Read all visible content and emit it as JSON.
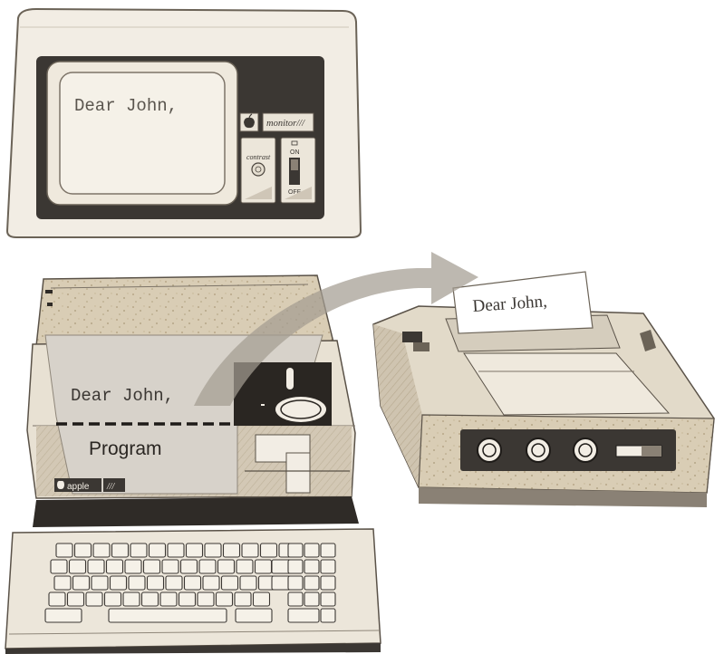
{
  "monitor": {
    "screen_text": "Dear John,",
    "brand_label": "monitor///",
    "contrast_label": "contrast",
    "power_on_label": "ON",
    "power_off_label": "OFF",
    "apple_logo_icon": "apple-logo-icon"
  },
  "computer": {
    "memory_text": "Dear John,",
    "program_label": "Program",
    "brand_label": "apple",
    "model_label": "///",
    "apple_logo_icon": "apple-logo-icon"
  },
  "printer": {
    "paper_text": "Dear John,"
  },
  "arrow": {
    "icon": "curved-arrow-icon"
  }
}
